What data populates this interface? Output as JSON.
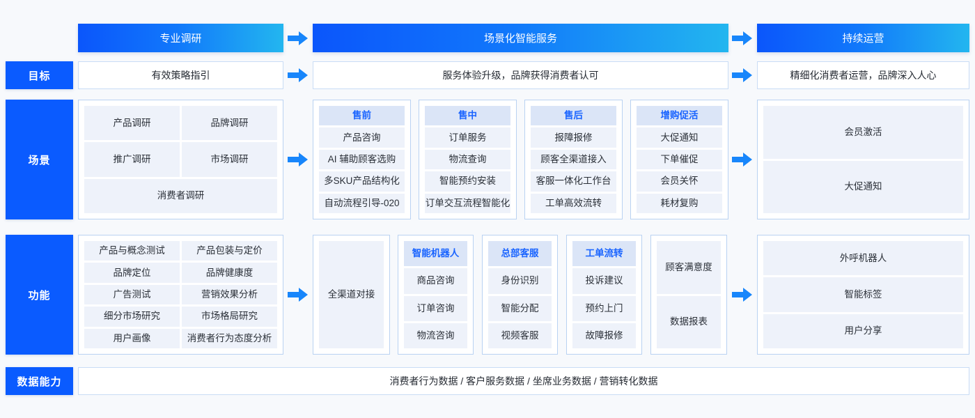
{
  "headers": [
    {
      "label": "专业调研"
    },
    {
      "label": "场景化智能服务"
    },
    {
      "label": "持续运营"
    }
  ],
  "rows": {
    "goal": {
      "label": "目标",
      "boxes": [
        "有效策略指引",
        "服务体验升级，品牌获得消费者认可",
        "精细化消费者运营，品牌深入人心"
      ]
    },
    "scene": {
      "label": "场景",
      "research": {
        "cells": [
          "产品调研",
          "品牌调研",
          "推广调研",
          "市场调研"
        ],
        "wide": "消费者调研"
      },
      "columns": [
        {
          "head": "售前",
          "items": [
            "产品咨询",
            "AI 辅助顾客选购",
            "多SKU产品结构化",
            "自动流程引导-020"
          ]
        },
        {
          "head": "售中",
          "items": [
            "订单服务",
            "物流查询",
            "智能预约安装",
            "订单交互流程智能化"
          ]
        },
        {
          "head": "售后",
          "items": [
            "报障报修",
            "顾客全渠道接入",
            "客服一体化工作台",
            "工单高效流转"
          ]
        },
        {
          "head": "增购促活",
          "items": [
            "大促通知",
            "下单催促",
            "会员关怀",
            "耗材复购"
          ]
        }
      ],
      "ops": [
        "会员激活",
        "大促通知"
      ]
    },
    "func": {
      "label": "功能",
      "research": {
        "cells": [
          "产品与概念测试",
          "产品包装与定价",
          "品牌定位",
          "品牌健康度",
          "广告测试",
          "营销效果分析",
          "细分市场研究",
          "市场格局研究",
          "用户画像",
          "消费者行为态度分析"
        ]
      },
      "channel": "全渠道对接",
      "columns": [
        {
          "head": "智能机器人",
          "items": [
            "商品咨询",
            "订单咨询",
            "物流咨询"
          ]
        },
        {
          "head": "总部客服",
          "items": [
            "身份识别",
            "智能分配",
            "视频客服"
          ]
        },
        {
          "head": "工单流转",
          "items": [
            "投诉建议",
            "预约上门",
            "故障报修"
          ]
        }
      ],
      "reports": [
        "顾客满意度",
        "数据报表"
      ],
      "ops": [
        "外呼机器人",
        "智能标签",
        "用户分享"
      ]
    },
    "data": {
      "label": "数据能力",
      "text": "消费者行为数据 / 客户服务数据 / 坐席业务数据 / 营销转化数据"
    }
  },
  "colors": {
    "accent": "#0a5bff",
    "gradient_start": "#0b56fb",
    "gradient_end": "#23b6ef",
    "cell_bg": "#eef2fa",
    "head_bg": "#dbe5f7",
    "page_bg": "#f7f9fc"
  },
  "icons": {
    "arrow": "arrow-right-icon"
  }
}
